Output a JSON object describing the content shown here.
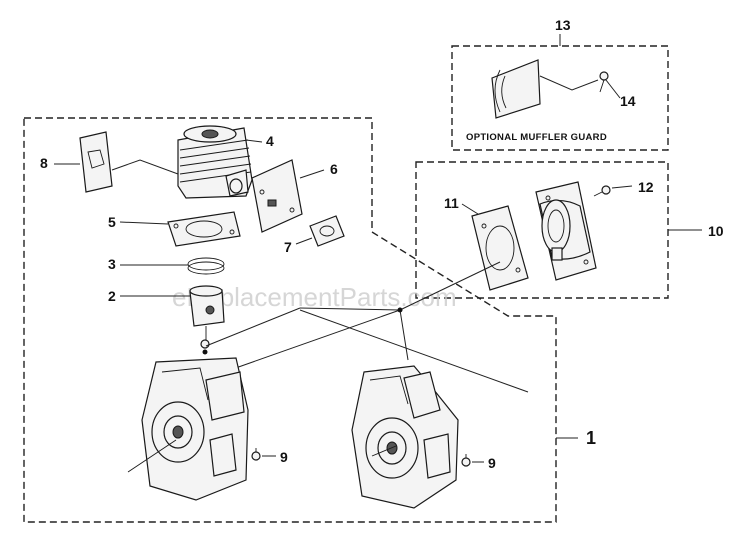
{
  "watermark": "eReplacementParts.com",
  "muffler_guard_caption": "OPTIONAL MUFFLER GUARD",
  "callouts": {
    "c1": "1",
    "c2": "2",
    "c3": "3",
    "c4": "4",
    "c5": "5",
    "c6": "6",
    "c7": "7",
    "c8": "8",
    "c9a": "9",
    "c9b": "9",
    "c10": "10",
    "c11": "11",
    "c12": "12",
    "c13": "13",
    "c14": "14"
  }
}
